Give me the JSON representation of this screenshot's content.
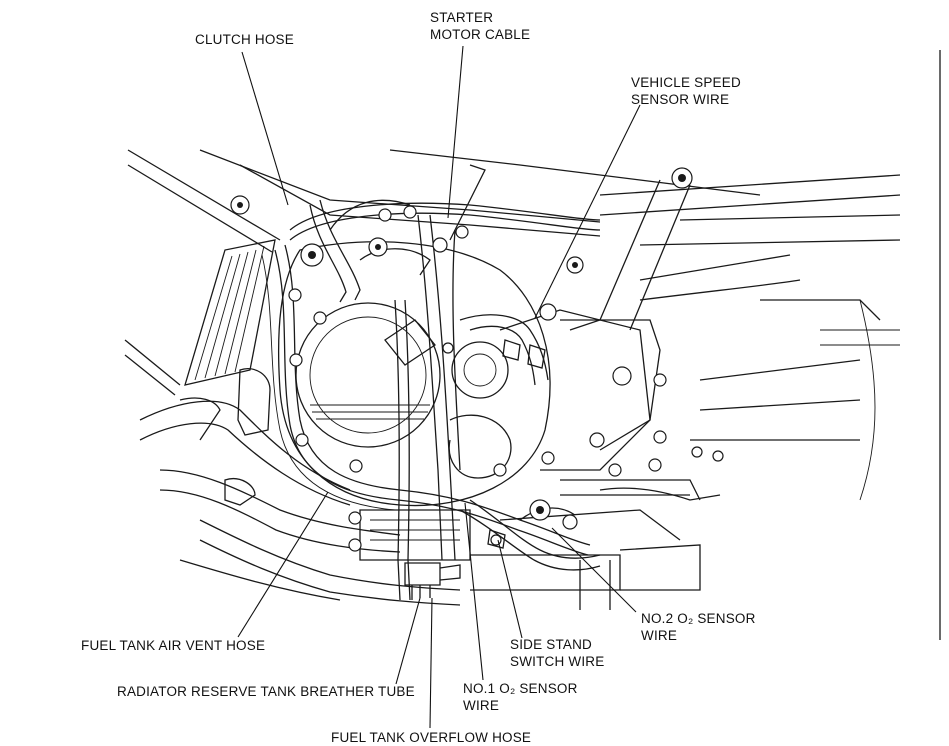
{
  "labels": {
    "clutch_hose": "CLUTCH HOSE",
    "starter_motor_cable": [
      "STARTER",
      "MOTOR CABLE"
    ],
    "vehicle_speed_sensor_wire": [
      "VEHICLE SPEED",
      "SENSOR WIRE"
    ],
    "fuel_tank_air_vent_hose": "FUEL TANK AIR VENT HOSE",
    "radiator_reserve_tank_breather_tube": "RADIATOR RESERVE TANK BREATHER TUBE",
    "fuel_tank_overflow_hose": "FUEL TANK OVERFLOW HOSE",
    "side_stand_switch_wire": [
      "SIDE STAND",
      "SWITCH WIRE"
    ],
    "no1_o2_sensor_wire": [
      "NO.1 O₂ SENSOR",
      "WIRE"
    ],
    "no2_o2_sensor_wire": [
      "NO.2 O₂ SENSOR",
      "WIRE"
    ]
  }
}
